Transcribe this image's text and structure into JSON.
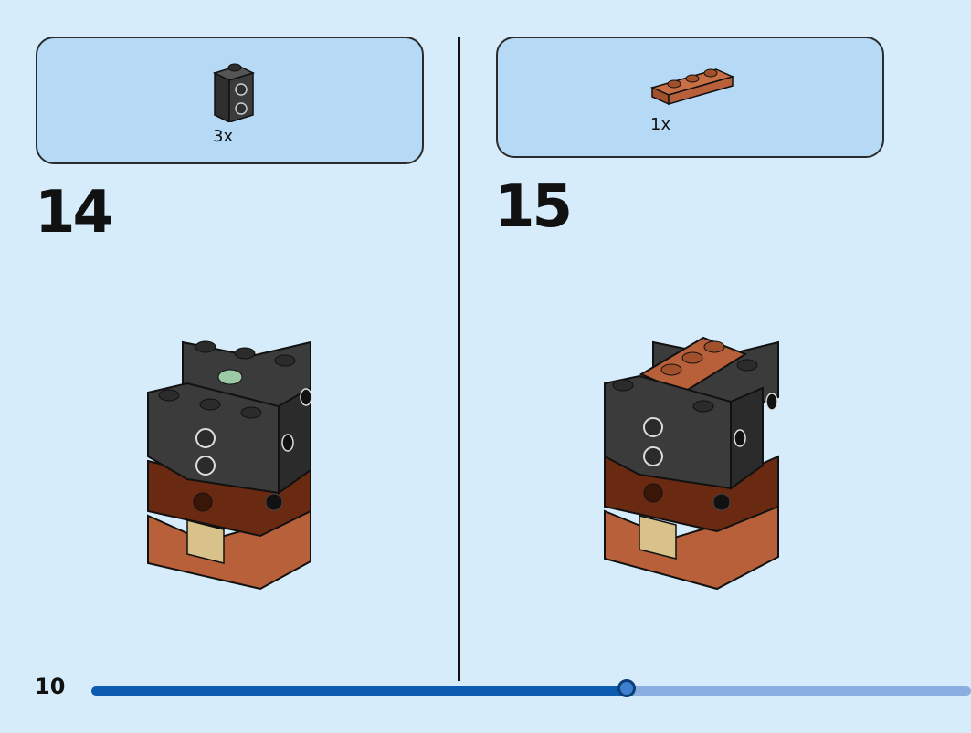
{
  "steps": [
    {
      "number": "14",
      "parts": [
        {
          "quantity": "3x",
          "color": "#2f2f2f",
          "part_icon": "black-bracket-brick-icon"
        }
      ]
    },
    {
      "number": "15",
      "parts": [
        {
          "quantity": "1x",
          "color": "#b8603a",
          "part_icon": "brown-1x3-plate-icon"
        }
      ]
    }
  ],
  "page": {
    "number": "10"
  },
  "progress": {
    "fraction": 0.608
  },
  "colors": {
    "background": "#d6ecfb",
    "parts_box": "#b6d9f5",
    "dark_gray_brick": "#3b3b3b",
    "reddish_brown": "#6a2a12",
    "medium_brown": "#b8603a",
    "tan": "#d9c28a",
    "sand_green": "#9ccaa6"
  }
}
